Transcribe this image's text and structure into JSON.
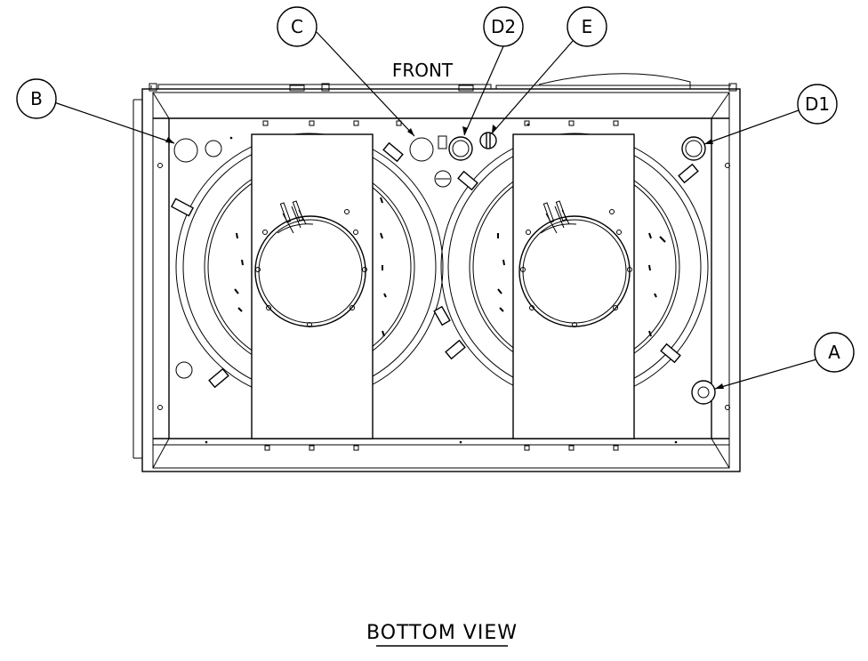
{
  "front_label": "FRONT",
  "view_title": "BOTTOM VIEW",
  "callouts": [
    {
      "id": "b",
      "label": "B"
    },
    {
      "id": "c",
      "label": "C"
    },
    {
      "id": "d2",
      "label": "D2"
    },
    {
      "id": "e",
      "label": "E"
    },
    {
      "id": "d1",
      "label": "D1"
    },
    {
      "id": "a",
      "label": "A"
    }
  ]
}
